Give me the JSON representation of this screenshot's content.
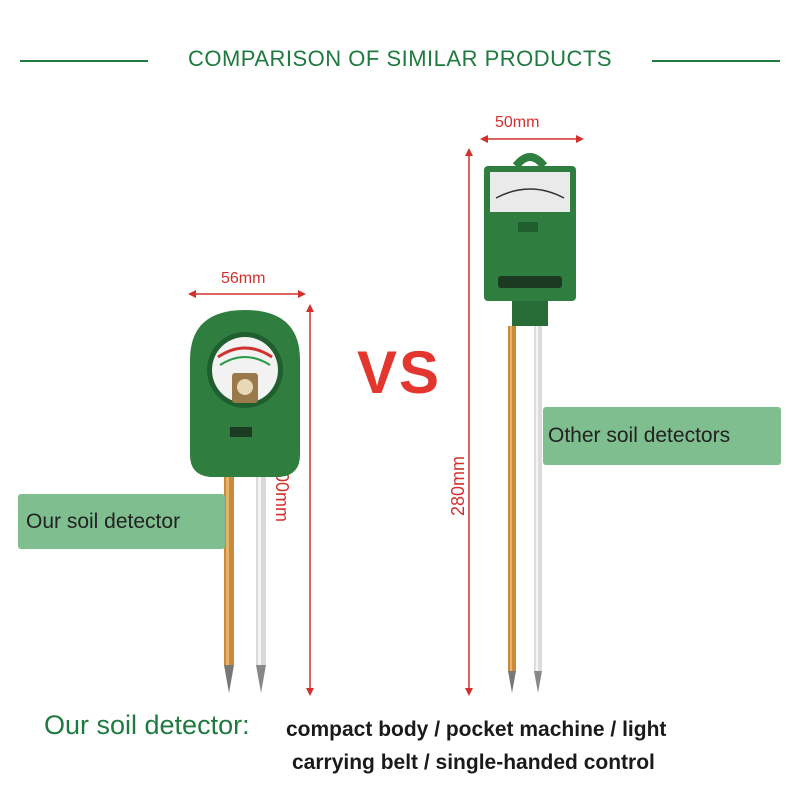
{
  "header": {
    "title": "COMPARISON OF SIMILAR PRODUCTS"
  },
  "our_product": {
    "width_label": "56mm",
    "height_label": "200mm",
    "tag": "Our soil detector"
  },
  "other_product": {
    "width_label": "50mm",
    "height_label": "280mm",
    "tag": "Other soil detectors"
  },
  "vs_label": "VS",
  "footer": {
    "lead": "Our soil detector:",
    "line1": "compact body / pocket machine / light",
    "line2": "carrying belt / single-handed control"
  },
  "colors": {
    "accent": "#1f7a3f",
    "dimension": "#d0312d",
    "tag_bg": "#7fbf8f",
    "device_green": "#2f7d3f"
  },
  "icons": [
    "soil-meter-round",
    "soil-meter-tall",
    "probe-copper",
    "probe-steel"
  ]
}
